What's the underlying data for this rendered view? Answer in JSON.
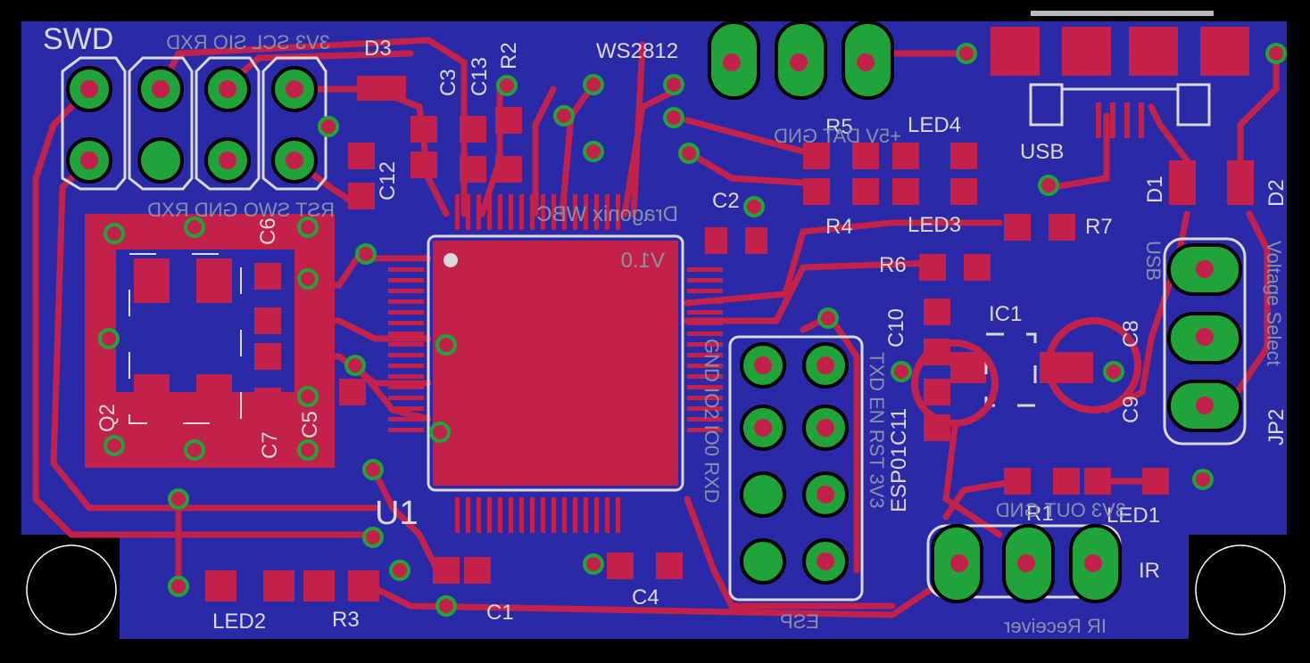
{
  "colors": {
    "background": "#000000",
    "board": "#2a2aa8",
    "copper": "#c4214a",
    "via": "#20a43a",
    "silkscreen": "#d9d9d9",
    "bottom_silk": "#8a8fa8"
  },
  "board_name_mirrored": "Dragonix WBC",
  "board_version_mirrored": "V1.0",
  "headers": {
    "swd_title": "SWD",
    "swd_top_pins": "3V3 SCL SIO RXD",
    "swd_bottom_pins": "RST SWO GND RXD",
    "ws2812_title": "WS2812",
    "ws2812_pins": "+5V DAT GND",
    "usb_title": "USB",
    "usb_side": "USB",
    "voltage_select": "Voltage Select",
    "jp2": "JP2",
    "esp_title": "ESP01",
    "esp_pins_a": "GND IO2 IO0 RXD",
    "esp_pins_b": "TXD EN RST 3V3",
    "esp_bottom": "ESP",
    "ir_title": "IR",
    "ir_pins": "3V3 OUT GND",
    "ir_bottom": "IR Receiver",
    "swd_under": "RST SWO GND RXD"
  },
  "components": {
    "u1": "U1",
    "ic1": "IC1",
    "q2": "Q2",
    "d1": "D1",
    "d2": "D2",
    "d3": "D3",
    "c1": "C1",
    "c2": "C2",
    "c3": "C3",
    "c4": "C4",
    "c5": "C5",
    "c6": "C6",
    "c7": "C7",
    "c8": "C8",
    "c9": "C9",
    "c10": "C10",
    "c11": "C11",
    "c12": "C12",
    "c13": "C13",
    "r1": "R1",
    "r2": "R2",
    "r3": "R3",
    "r4": "R4",
    "r5": "R5",
    "r6": "R6",
    "r7": "R7",
    "led1": "LED1",
    "led2": "LED2",
    "led3": "LED3",
    "led4": "LED4"
  }
}
